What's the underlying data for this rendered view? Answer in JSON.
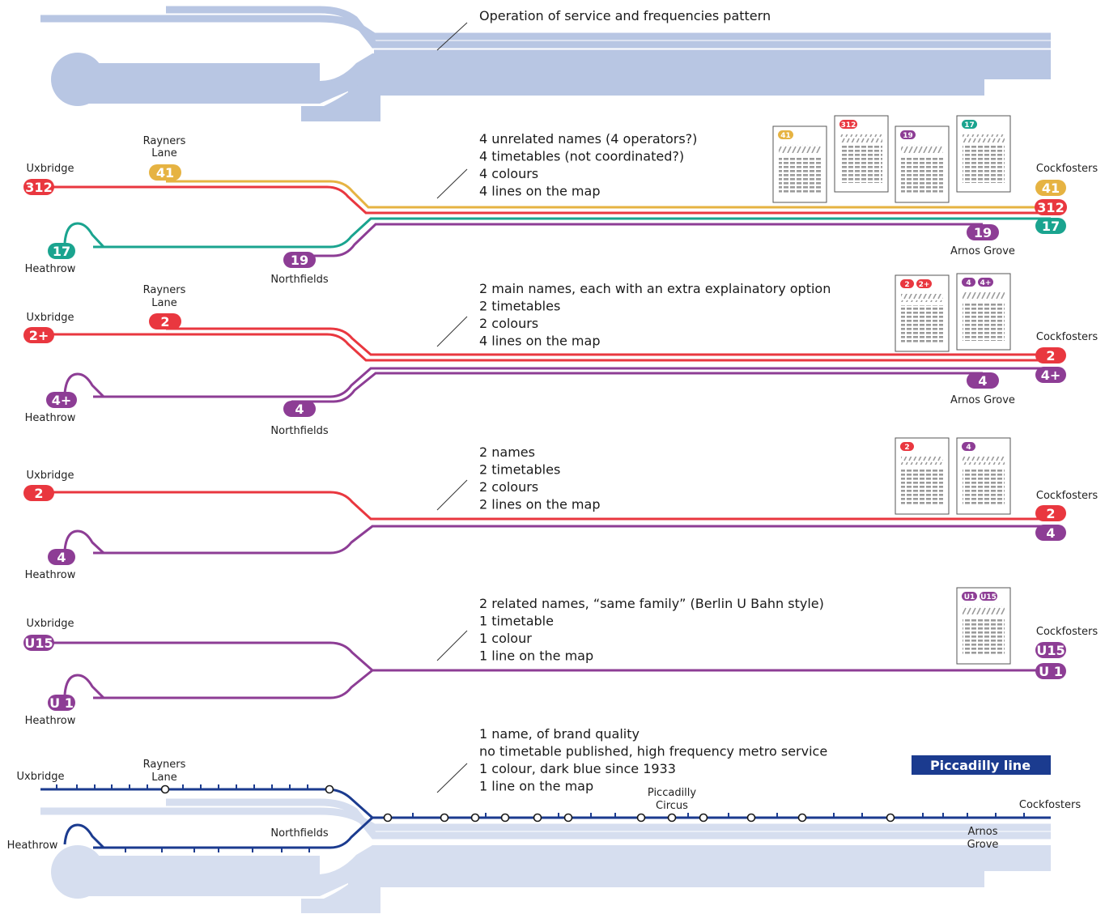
{
  "colors": {
    "band": "#b8c6e3",
    "band_light": "#d6deef",
    "red": "#e9373f",
    "yellow": "#e6b342",
    "teal": "#1aa48f",
    "purple": "#8d3d95",
    "dark_blue": "#1b3b8f",
    "timetable_grey": "#9b9b9b"
  },
  "sections": [
    {
      "id": "pattern",
      "desc": [
        "Operation of service and frequencies pattern"
      ]
    },
    {
      "id": "four-lines",
      "desc": [
        "4 unrelated names (4 operators?)",
        "4 timetables (not coordinated?)",
        "4 colours",
        "4 lines  on the map"
      ],
      "places": {
        "uxbridge": "Uxbridge",
        "rayners_1": "Rayners",
        "rayners_2": "Lane",
        "heathrow": "Heathrow",
        "northfields": "Northfields",
        "cockfosters": "Cockfosters",
        "arnos": "Arnos Grove"
      },
      "badges": {
        "uxbridge": "312",
        "rayners": "41",
        "heathrow": "17",
        "northfields": "19",
        "east_yellow": "41",
        "east_red": "312",
        "east_teal": "17",
        "arnos": "19"
      },
      "timetables": [
        {
          "label": "41",
          "color": "yellow"
        },
        {
          "label": "312",
          "color": "red"
        },
        {
          "label": "19",
          "color": "purple"
        },
        {
          "label": "17",
          "color": "teal"
        }
      ]
    },
    {
      "id": "main-names-options",
      "desc": [
        "2  main names, each with an extra explainatory option",
        "2 timetables",
        "2 colours",
        "4 lines on the map"
      ],
      "places": {
        "uxbridge": "Uxbridge",
        "rayners_1": "Rayners",
        "rayners_2": "Lane",
        "heathrow": "Heathrow",
        "northfields": "Northfields",
        "cockfosters": "Cockfosters",
        "arnos": "Arnos Grove"
      },
      "badges": {
        "uxbridge": "2+",
        "rayners": "2",
        "heathrow": "4+",
        "northfields": "4",
        "east_red": "2",
        "arnos": "4",
        "east_purple": "4+"
      },
      "timetables": [
        {
          "labels": [
            "2",
            "2+"
          ],
          "color": "red"
        },
        {
          "labels": [
            "4",
            "4+"
          ],
          "color": "purple"
        }
      ]
    },
    {
      "id": "two-names",
      "desc": [
        "2  names",
        "2 timetables",
        "2 colours",
        "2 lines on the map"
      ],
      "places": {
        "uxbridge": "Uxbridge",
        "heathrow": "Heathrow",
        "cockfosters": "Cockfosters"
      },
      "badges": {
        "uxbridge": "2",
        "heathrow": "4",
        "east_red": "2",
        "east_purple": "4"
      },
      "timetables": [
        {
          "label": "2",
          "color": "red"
        },
        {
          "label": "4",
          "color": "purple"
        }
      ]
    },
    {
      "id": "related-names",
      "desc": [
        "2  related names, “same family” (Berlin U Bahn style)",
        "1 timetable",
        "1 colour",
        "1 line on the map"
      ],
      "places": {
        "uxbridge": "Uxbridge",
        "heathrow": "Heathrow",
        "cockfosters": "Cockfosters"
      },
      "badges": {
        "uxbridge": "U15",
        "heathrow": "U 1",
        "east_top": "U15",
        "east_bottom": "U 1"
      },
      "timetables": [
        {
          "labels": [
            "U1",
            "U15"
          ],
          "color": "purple"
        }
      ]
    },
    {
      "id": "brand",
      "desc": [
        "1 name, of brand quality",
        "no timetable published, high frequency metro service",
        "1 colour, dark blue since 1933",
        "1 line on the map"
      ],
      "brand_label": "Piccadilly line",
      "places": {
        "uxbridge": "Uxbridge",
        "rayners_1": "Rayners",
        "rayners_2": "Lane",
        "heathrow": "Heathrow",
        "northfields": "Northfields",
        "piccadilly_1": "Piccadilly",
        "piccadilly_2": "Circus",
        "cockfosters": "Cockfosters",
        "arnos_1": "Arnos",
        "arnos_2": "Grove"
      }
    }
  ]
}
